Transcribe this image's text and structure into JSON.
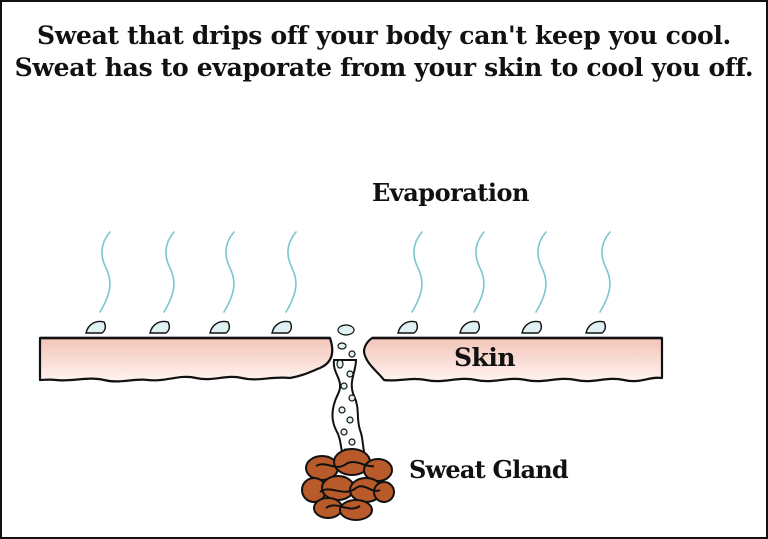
{
  "heading": {
    "line1": "Sweat that drips off your body can't keep you cool.",
    "line2": "Sweat has to evaporate from your skin to cool you off."
  },
  "labels": {
    "evaporation": "Evaporation",
    "skin": "Skin",
    "sweat_gland": "Sweat Gland"
  },
  "colors": {
    "skin_fill_top": "#f2c4b8",
    "skin_fill_bottom": "#fff4f0",
    "vapor": "#7cc7cf",
    "droplet": "#dff1f2",
    "gland": "#b85a2a",
    "outline": "#111111"
  }
}
